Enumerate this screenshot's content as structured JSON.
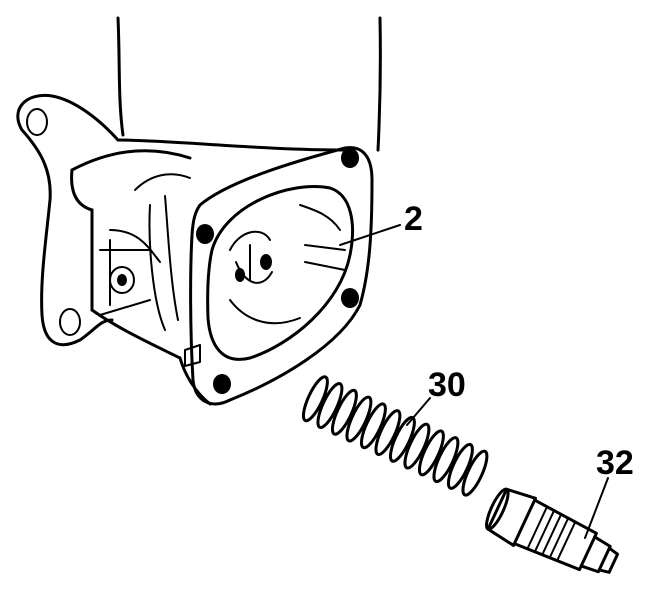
{
  "callouts": [
    {
      "id": "housing",
      "label": "2"
    },
    {
      "id": "spring",
      "label": "30"
    },
    {
      "id": "plunger",
      "label": "32"
    }
  ],
  "colors": {
    "ink": "#000000",
    "paper": "#ffffff"
  }
}
